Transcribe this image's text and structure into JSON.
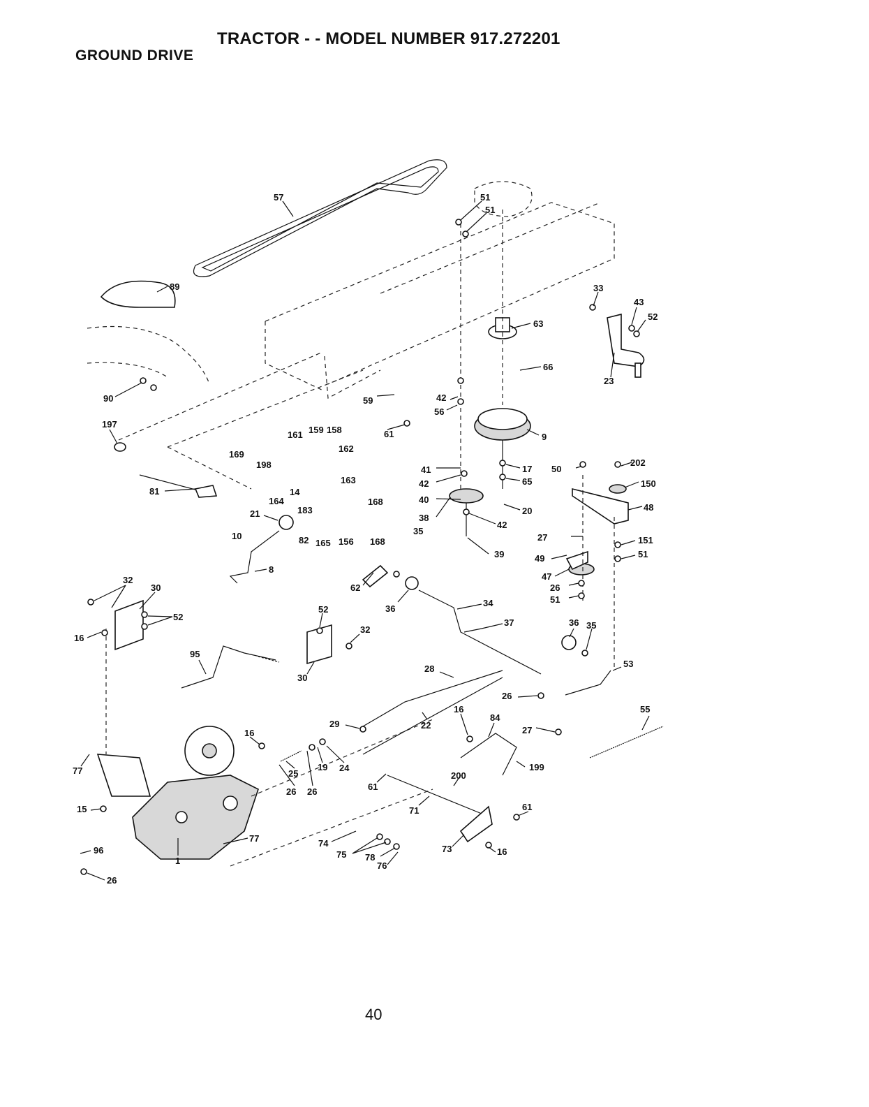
{
  "header": {
    "title": "TRACTOR - - MODEL NUMBER 917.272201",
    "section": "GROUND DRIVE"
  },
  "footer": {
    "page_number": "40"
  },
  "callouts": [
    "57",
    "51",
    "51",
    "89",
    "63",
    "33",
    "43",
    "52",
    "66",
    "23",
    "90",
    "59",
    "42",
    "56",
    "61",
    "197",
    "161",
    "159",
    "158",
    "162",
    "169",
    "198",
    "9",
    "41",
    "17",
    "50",
    "202",
    "150",
    "42",
    "65",
    "81",
    "14",
    "163",
    "164",
    "183",
    "168",
    "40",
    "20",
    "48",
    "21",
    "38",
    "42",
    "10",
    "82",
    "165",
    "156",
    "168",
    "27",
    "151",
    "35",
    "39",
    "49",
    "51",
    "47",
    "8",
    "26",
    "32",
    "62",
    "30",
    "36",
    "34",
    "51",
    "52",
    "37",
    "36",
    "35",
    "16",
    "52",
    "32",
    "95",
    "28",
    "53",
    "30",
    "26",
    "55",
    "29",
    "16",
    "84",
    "22",
    "27",
    "16",
    "77",
    "25",
    "19",
    "24",
    "199",
    "26",
    "26",
    "200",
    "61",
    "15",
    "71",
    "61",
    "77",
    "74",
    "75",
    "78",
    "76",
    "73",
    "16",
    "96",
    "1",
    "26"
  ]
}
